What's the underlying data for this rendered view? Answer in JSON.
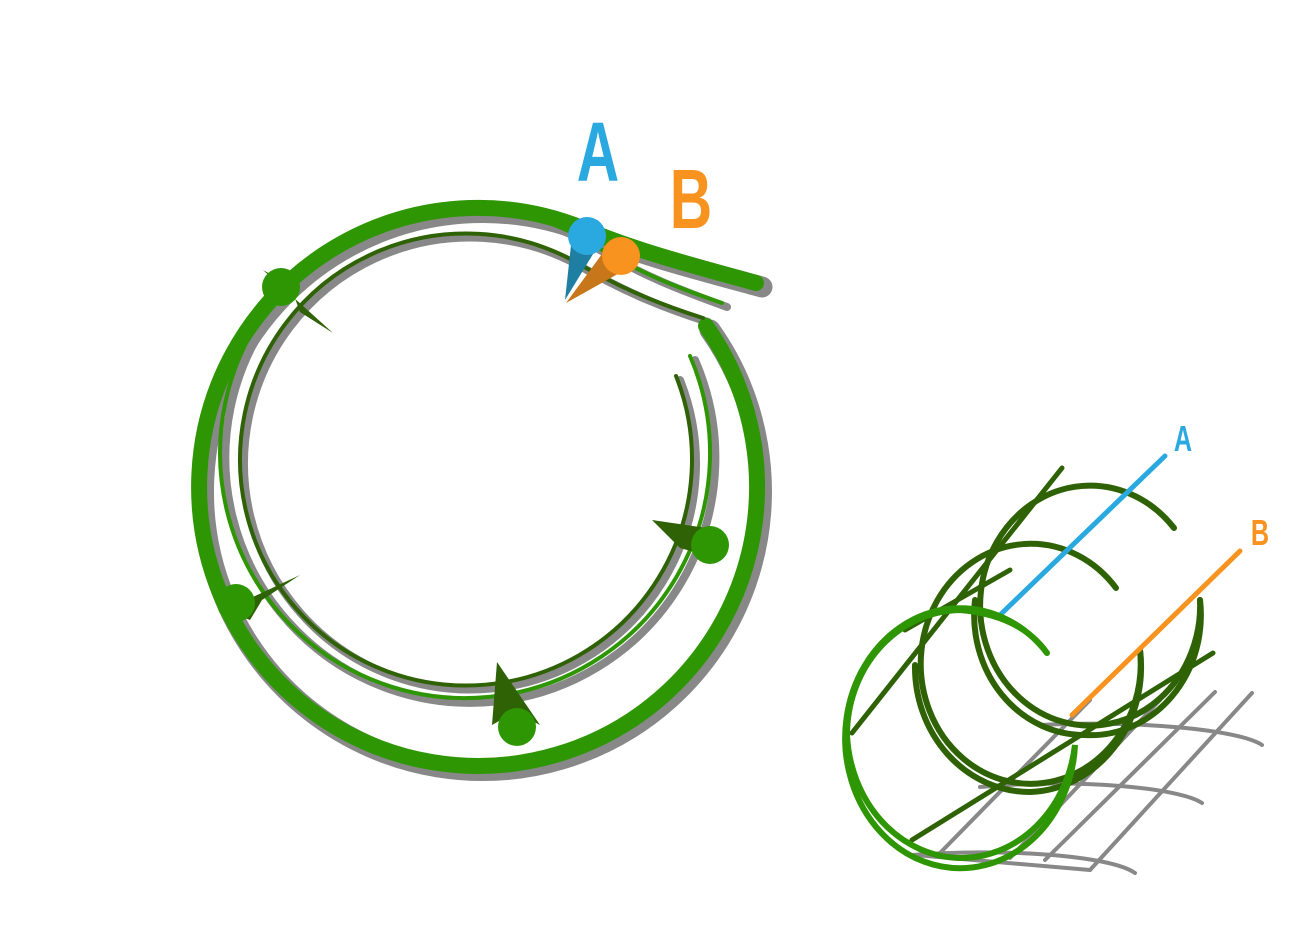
{
  "labels": {
    "main_a": "A",
    "main_b": "B",
    "iso_a": "A",
    "iso_b": "B"
  },
  "colors": {
    "ring_bright": "#2f9603",
    "ring_dark": "#2e6205",
    "shadow": "#888888",
    "mesh": "#888888",
    "point_a": "#2aa9e0",
    "point_b": "#f7931e",
    "point_a_dark": "#1f7fa3",
    "point_b_dark": "#c8761a"
  },
  "arrow_count": 4
}
